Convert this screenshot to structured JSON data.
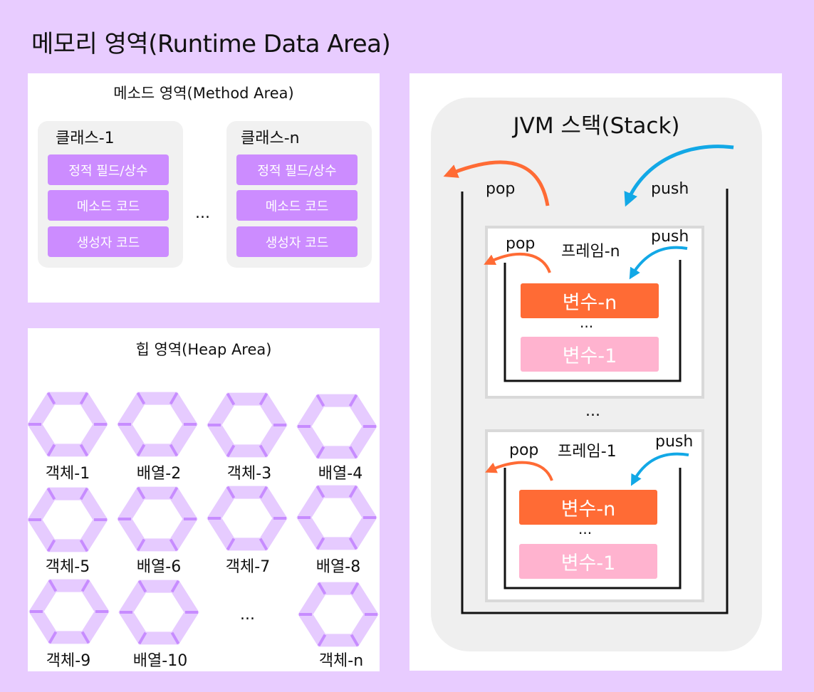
{
  "title": "메모리 영역(Runtime Data Area)",
  "method_area": {
    "title": "메소드 영역(Method Area)",
    "ellipsis": "...",
    "classes": [
      {
        "name": "클래스-1",
        "items": [
          "정적 필드/상수",
          "메소드 코드",
          "생성자 코드"
        ]
      },
      {
        "name": "클래스-n",
        "items": [
          "정적 필드/상수",
          "메소드 코드",
          "생성자 코드"
        ]
      }
    ]
  },
  "heap_area": {
    "title": "힙 영역(Heap Area)",
    "ellipsis": "...",
    "items": [
      "객체-1",
      "배열-2",
      "객체-3",
      "배열-4",
      "객체-5",
      "배열-6",
      "객체-7",
      "배열-8",
      "객체-9",
      "배열-10",
      "객체-n"
    ]
  },
  "jvm_stack": {
    "title": "JVM 스택(Stack)",
    "pop_label": "pop",
    "push_label": "push",
    "ellipsis": "...",
    "frames": [
      {
        "name": "프레임-n",
        "pop_label": "pop",
        "push_label": "push",
        "var_top": "변수-n",
        "ellipsis": "...",
        "var_bottom": "변수-1"
      },
      {
        "name": "프레임-1",
        "pop_label": "pop",
        "push_label": "push",
        "var_top": "변수-n",
        "ellipsis": "...",
        "var_bottom": "변수-1"
      }
    ]
  },
  "colors": {
    "background": "#e8ccff",
    "field": "#cc8cff",
    "pop_arrow": "#ff6b35",
    "push_arrow": "#12a8e6",
    "var_top": "#ff6b35",
    "var_bottom": "#ffb3cf",
    "hex_light": "#e6cbff",
    "hex_dark": "#c78cff"
  }
}
